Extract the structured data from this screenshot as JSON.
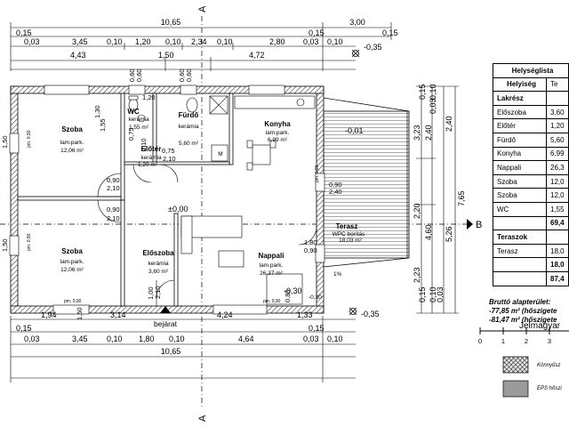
{
  "dimensions": {
    "top_total": "10,65",
    "top_right": "3,00",
    "top_row2": [
      "0,15",
      "0,15",
      "0,15"
    ],
    "top_row3": [
      "0,03",
      "3,45",
      "0,10",
      "1,20",
      "0,10",
      "2,34",
      "0,10",
      "2,80",
      "0,03",
      "0,10"
    ],
    "top_row4": [
      "4,43",
      "1,50",
      "4,72"
    ],
    "top_level": "-0,35",
    "bottom_row1": [
      "1,94",
      "3,14",
      "4,24",
      "1,33"
    ],
    "bottom_row2": [
      "0,15",
      "0,15"
    ],
    "bottom_row3": [
      "0,03",
      "3,45",
      "0,10",
      "1,80",
      "0,10",
      "4,64",
      "0,03",
      "0,10"
    ],
    "bottom_total": "10,65",
    "bottom_level": "-0,35",
    "right_col": [
      "0,15",
      "0,10",
      "0,03",
      "3,23",
      "2,40",
      "2,20",
      "4,60",
      "2,23",
      "0,15",
      "0,10",
      "0,03"
    ],
    "right_outer": [
      "2,40",
      "7,65",
      "5,26"
    ],
    "level_terrace": "-0,01",
    "level_floor": "±0,00",
    "level_entry": "-0,30",
    "w_120": "1,20",
    "w_130": "1,30",
    "w_155": "1,55",
    "w_150a": "1,50",
    "w_150b": "1,50",
    "w_150c": "1,50",
    "w_060": [
      "0,60",
      "0,60",
      "0,60",
      "0,60"
    ],
    "d_075": [
      "0,75",
      "0,75"
    ],
    "d_210": [
      "2,10",
      "2,10",
      "2,10",
      "2,10",
      "2,10"
    ],
    "d_090": [
      "0,90",
      "0,90",
      "0,90",
      "0,90"
    ],
    "d_180": "1,80",
    "d_240": "2,40",
    "d_100": "1,00",
    "d_085": "0,85",
    "pm": [
      "pm. 0,90",
      "pm. 0,90",
      "pm. 0,90",
      "pm. 0,90",
      "pm. 0,90"
    ]
  },
  "section_marks": {
    "a": "A",
    "b": "B"
  },
  "rooms": [
    {
      "name": "Szoba",
      "floor": "lam.park.",
      "area": "12,06 m²"
    },
    {
      "name": "WC",
      "floor": "kerámia",
      "area": "1,55 m²"
    },
    {
      "name": "Fürdő",
      "floor": "kerámia",
      "area": "5,60 m²"
    },
    {
      "name": "Konyha",
      "floor": "lam.park.",
      "area": "6,99 m²"
    },
    {
      "name": "Előtér",
      "floor": "kerámia",
      "area": "1,20 m²"
    },
    {
      "name": "Szoba",
      "floor": "lam.park.",
      "area": "12,06 m²"
    },
    {
      "name": "Előszoba",
      "floor": "kerámia",
      "area": "3,60 m²"
    },
    {
      "name": "Nappali",
      "floor": "lam.park.",
      "area": "26,37 m²"
    },
    {
      "name": "Terasz",
      "floor": "WPC borítás",
      "area": "18,03 m²"
    }
  ],
  "entrance": "bejárat",
  "terrace_pct": "1%",
  "m_label": "M",
  "table": {
    "title": "Helységlista",
    "col_room": "Helyiség",
    "col_area": "Te",
    "section1": "Lakrész",
    "rows": [
      {
        "name": "Előszoba",
        "area": "3,60"
      },
      {
        "name": "Előtér",
        "area": "1,20"
      },
      {
        "name": "Fürdő",
        "area": "5,60"
      },
      {
        "name": "Konyha",
        "area": "6,99"
      },
      {
        "name": "Nappali",
        "area": "26,3"
      },
      {
        "name": "Szoba",
        "area": "12,0"
      },
      {
        "name": "Szoba",
        "area": "12,0"
      },
      {
        "name": "WC",
        "area": "1,55"
      }
    ],
    "sum1": "69,4",
    "section2": "Teraszok",
    "rows2": [
      {
        "name": "Terasz",
        "area": "18,0"
      }
    ],
    "sum2": "18,0",
    "total": "87,4"
  },
  "brutto": {
    "title": "Bruttó alapterület:",
    "line1": "-77,85 m² (hőszigete",
    "line2": "-81,47 m² (hőszigete"
  },
  "legend": {
    "title": "Jelmagyar",
    "scale": [
      "0",
      "1",
      "2",
      "3"
    ],
    "item1": "Könnyűsz",
    "item2": "EPS hőszi"
  }
}
